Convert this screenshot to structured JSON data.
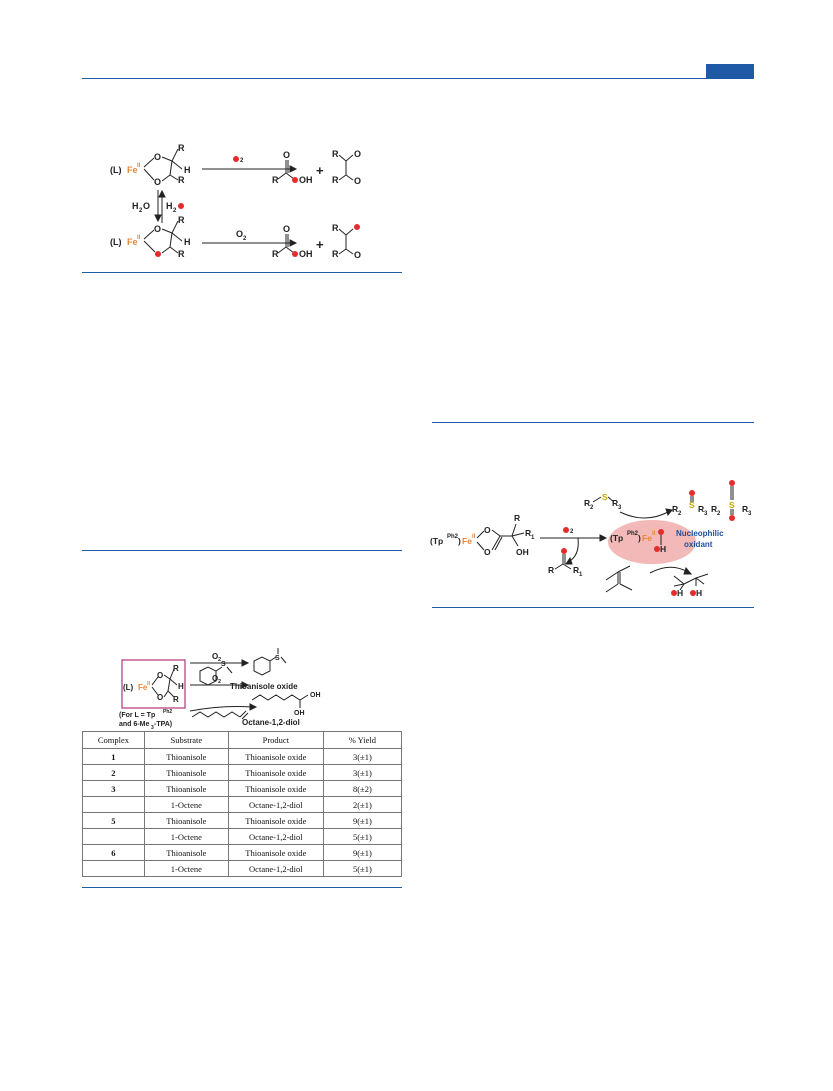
{
  "scheme1": {
    "L": "(L)",
    "Fe": "Fe",
    "ox": "II",
    "O": "O",
    "H": "H",
    "R": "R",
    "OH": "OH",
    "O2_sub": "2",
    "O2": "O",
    "water": "H",
    "water_sub": "2",
    "plus": "+"
  },
  "scheme2": {
    "Tp": "(Tp",
    "Ph2": "Ph2",
    "close": ")",
    "Fe": "Fe",
    "ox": "II",
    "R": "R",
    "R1": "R",
    "R1_sub": "1",
    "R2": "R",
    "R2_sub": "2",
    "R3": "R",
    "R3_sub": "3",
    "S": "S",
    "OH": "OH",
    "O": "O",
    "H": "H",
    "O2_sub": "2",
    "nucleophilic": "Nucleophilic",
    "oxidant": "oxidant"
  },
  "scheme3": {
    "L": "(L)",
    "Fe": "Fe",
    "ox": "II",
    "O2": "O",
    "O2_sub": "2",
    "S": "S",
    "thioanisole_oxide": "Thioanisole oxide",
    "octane_diol": "Octane-1,2-diol",
    "OH": "OH",
    "for_l_line1": "(For L = Tp",
    "for_l_sup": "Ph2",
    "for_l_line2a": "and 6-Me",
    "for_l_sub": "3",
    "for_l_line2b": "-TPA)",
    "O": "O",
    "H": "H",
    "R": "R"
  },
  "table": {
    "headers": [
      "Complex",
      "Substrate",
      "Product",
      "% Yield"
    ],
    "rows": [
      {
        "complex": "1",
        "substrate": "Thioanisole",
        "product": "Thioanisole oxide",
        "yield": "3(±1)"
      },
      {
        "complex": "2",
        "substrate": "Thioanisole",
        "product": "Thioanisole oxide",
        "yield": "3(±1)"
      },
      {
        "complex": "3",
        "substrate": "Thioanisole",
        "product": "Thioanisole oxide",
        "yield": "8(±2)"
      },
      {
        "complex": "",
        "substrate": "1-Octene",
        "product": "Octane-1,2-diol",
        "yield": "2(±1)"
      },
      {
        "complex": "5",
        "substrate": "Thioanisole",
        "product": "Thioanisole oxide",
        "yield": "9(±1)"
      },
      {
        "complex": "",
        "substrate": "1-Octene",
        "product": "Octane-1,2-diol",
        "yield": "5(±1)"
      },
      {
        "complex": "6",
        "substrate": "Thioanisole",
        "product": "Thioanisole oxide",
        "yield": "9(±1)"
      },
      {
        "complex": "",
        "substrate": "1-Octene",
        "product": "Octane-1,2-diol",
        "yield": "5(±1)"
      }
    ]
  },
  "colors": {
    "rule": "#1f5aa6",
    "fe": "#e8873a",
    "label_oxygen": "#e52b2b",
    "highlight": "#f3b8b8",
    "box": "#b0357a",
    "oxidant_text": "#1f4f9a",
    "sulfur": "#c9a400"
  }
}
